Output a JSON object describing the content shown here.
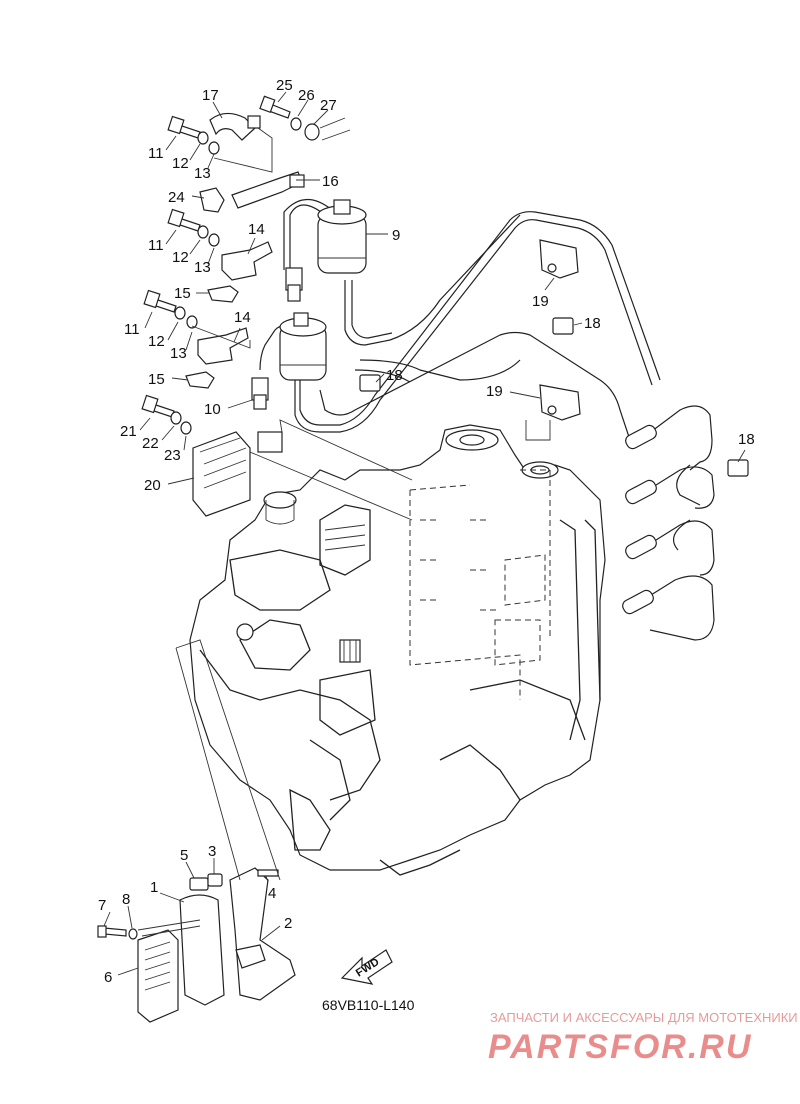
{
  "diagram_code": "68VB110-L140",
  "fwd_label": "FWD",
  "watermark": {
    "tagline": "ЗАПЧАСТИ И АКСЕССУАРЫ ДЛЯ МОТОТЕХНИКИ",
    "brand": "PARTSFOR.RU"
  },
  "callouts": [
    "1",
    "2",
    "3",
    "4",
    "5",
    "6",
    "7",
    "8",
    "9",
    "10",
    "11",
    "11",
    "11",
    "12",
    "12",
    "12",
    "13",
    "13",
    "13",
    "14",
    "14",
    "15",
    "15",
    "16",
    "17",
    "18",
    "18",
    "18",
    "19",
    "19",
    "20",
    "21",
    "22",
    "23",
    "24",
    "25",
    "26",
    "27"
  ]
}
